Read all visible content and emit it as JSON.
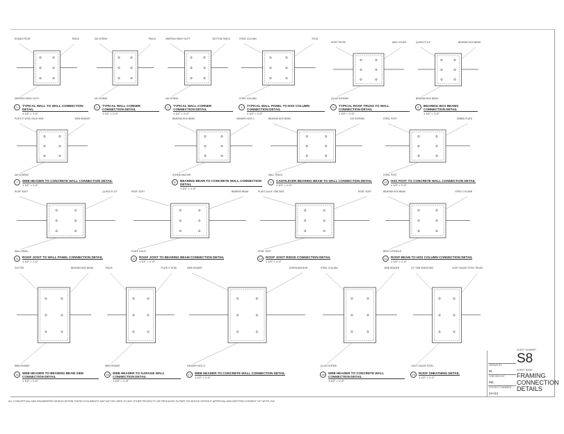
{
  "sheet": {
    "details": [
      {
        "number": "1",
        "title": "TYPICAL WALL TO WALL CONNECTION DETAIL",
        "scale": "1 1/2\" = 1'-0\"",
        "labels": [
          "DOUBLE ROOF",
          "TRACK",
          "SIMPSON HEAVY DUTY"
        ]
      },
      {
        "number": "2",
        "title": "TYPICAL WALL CORNER CONNECTION DETAIL",
        "scale": "1 1/2\" = 1'-0\"",
        "labels": [
          "#10 SCREW",
          "TRACK",
          "#10 SCREW"
        ]
      },
      {
        "number": "3",
        "title": "TYPICAL WALL CORNER CONNECTION DETAIL",
        "scale": "1 1/2\" = 1'-0\"",
        "labels": [
          "SIMPSON HEAVY DUTY",
          "BOTTOM TRACK",
          "#10 SCREW"
        ]
      },
      {
        "number": "4",
        "title": "TYPICAL WALL PANEL TO HSS COLUMN CONNECTION DETAIL",
        "scale": "1 1/2\" = 1'-0\"",
        "labels": [
          "STEEL COLUMN",
          "STUD",
          "STEEL COLUMN"
        ]
      },
      {
        "number": "5",
        "title": "TYPICAL ROOF TRUSS TO WALL CONNECTION DETAIL",
        "scale": "1 1/2\" = 1'-0\"",
        "labels": [
          "ROOF TRUSS",
          "WALL STUDS",
          "(3) #10 SCREWS"
        ]
      },
      {
        "number": "6",
        "title": "BEARING BOX BEAMS CONNECTION DETAIL",
        "scale": "1 1/2\" = 1'-0\"",
        "labels": [
          "(4) BOLTS 1/2\"",
          "BEARING BOX BEAM",
          "BEARING BOX BEAM"
        ]
      },
      {
        "number": "7",
        "title": "WEB HEADER TO CONCRETE WALL CONNECTION DETAIL",
        "scale": "1 1/2\" = 1'-0\"",
        "labels": [
          "PLATE 5\" W BS, EACH SIDE",
          "WEB HEADER",
          "#10 SCREWS"
        ]
      },
      {
        "number": "8",
        "title": "BEARING BEAM TO CONCRETE WALL CONNECTION DETAIL",
        "scale": "1 1/2\" = 1'-0\"",
        "labels": [
          "BEARING BOX BEAM",
          "HANGER HU37-C",
          "SCREW ANCHOR"
        ]
      },
      {
        "number": "9",
        "title": "CANTILEVER BEARING BEAM TO WALL CONNECTION DETAIL",
        "scale": "1 1/2\" = 1'-0\"",
        "labels": [
          "BEARING BOX BEAM",
          "#10 SCREWS",
          "WALL TRACK"
        ]
      },
      {
        "number": "10",
        "title": "HSS POST TO CONCRETE WALL CONNECTION DETAIL",
        "scale": "1 1/2\" = 1'-0\"",
        "labels": [
          "STEEL POST",
          "EMBED PLATE",
          "STEEL POST"
        ]
      },
      {
        "number": "11",
        "title": "ROOF JOIST TO WALL PANEL CONNECTION DETAIL",
        "scale": "1 1/2\" = 1'-0\"",
        "labels": [
          "ROOF JOIST",
          "(2) BOLTS 1/2\"",
          "WALL PANEL"
        ]
      },
      {
        "number": "12",
        "title": "ROOF JOIST TO BEARING BEAM CONNECTION DETAIL",
        "scale": "1 1/2\" = 1'-0\"",
        "labels": [
          "ROOF JOIST",
          "BEARING BEAM",
          "PLATE 12x1/4\""
        ]
      },
      {
        "number": "13",
        "title": "ROOF JOIST RIDGE CONNECTION DETAIL",
        "scale": "1 1/2\" = 1'-0\"",
        "labels": [
          "PLATE 12x1/4\" ONE SIDE",
          "ROOF JOIST",
          "ROOF JOIST"
        ]
      },
      {
        "number": "14",
        "title": "ROOF BEAM TO HSS COLUMN CONNECTION DETAIL",
        "scale": "1 1/2\" = 1'-0\"",
        "labels": [
          "BEARING BOX BEAM",
          "STEEL COLUMN",
          "BENT U PROFILE"
        ]
      },
      {
        "number": "15",
        "title": "WEB HEADER TO BEARING BEAM SIDE CONNECTION DETAIL",
        "scale": "1 1/2\" = 1'-0\"",
        "labels": [
          "GUTTER",
          "BEARING BOX BEAM",
          "WEB HEADER"
        ]
      },
      {
        "number": "16",
        "title": "WEB HEADER TO GARAGE WALL CONNECTION DETAIL",
        "scale": "1 1/2\" = 1'-0\"",
        "labels": [
          "TRACK",
          "PLATE 3\" W BS",
          "WEB HEADER"
        ]
      },
      {
        "number": "17",
        "title": "WEB HEADER TO CONCRETE WALL CONNECTION DETAIL",
        "scale": "1 1/2\" = 1'-0\"",
        "labels": [
          "WEB HEADER",
          "SCREW ANCHOR",
          "HANGER HU37-C"
        ]
      },
      {
        "number": "18",
        "title": "WEB HEADER TO CONCRETE WALL CONNECTION DETAIL",
        "scale": "1 1/2\" = 1'-0\"",
        "labels": [
          "STEEL COLUMN",
          "WEB HEADER",
          "(2) #10 SCREW"
        ]
      },
      {
        "number": "19",
        "title": "ROOF SHEATHING DETAIL",
        "scale": "1 1/2\" = 1'-0\"",
        "labels": [
          "1/2\" OSB SHEATHING",
          "LIGHT GAUGE STEEL TRUSS",
          "LIGHT GAUGE STEEL"
        ]
      }
    ]
  },
  "title_block": {
    "sheet_number_label": "SHEET NUMBER",
    "sheet_number": "S8",
    "sheet_name_label": "SHEET NAME",
    "sheet_name": "FRAMING CONNECTION DETAILS",
    "drawn_by_label": "DRAWN BY",
    "drawn_by": "IB",
    "checked_by_label": "CHECKED BY",
    "checked_by": "MK",
    "project_number_label": "PROJECT NUMBER",
    "project_number": "24-111"
  },
  "footer": "ALL CONCEPTUAL AND ENGINEERED DESIGN WITHIN THESE DOCUMENTS MAY NOT BE USED TO ANY OTHER PROJECTS OR PRODUCED IN PART OR WHOLE WITHOUT APPROVAL AND WRITTEN CONSENT OF TAYTR, INC"
}
